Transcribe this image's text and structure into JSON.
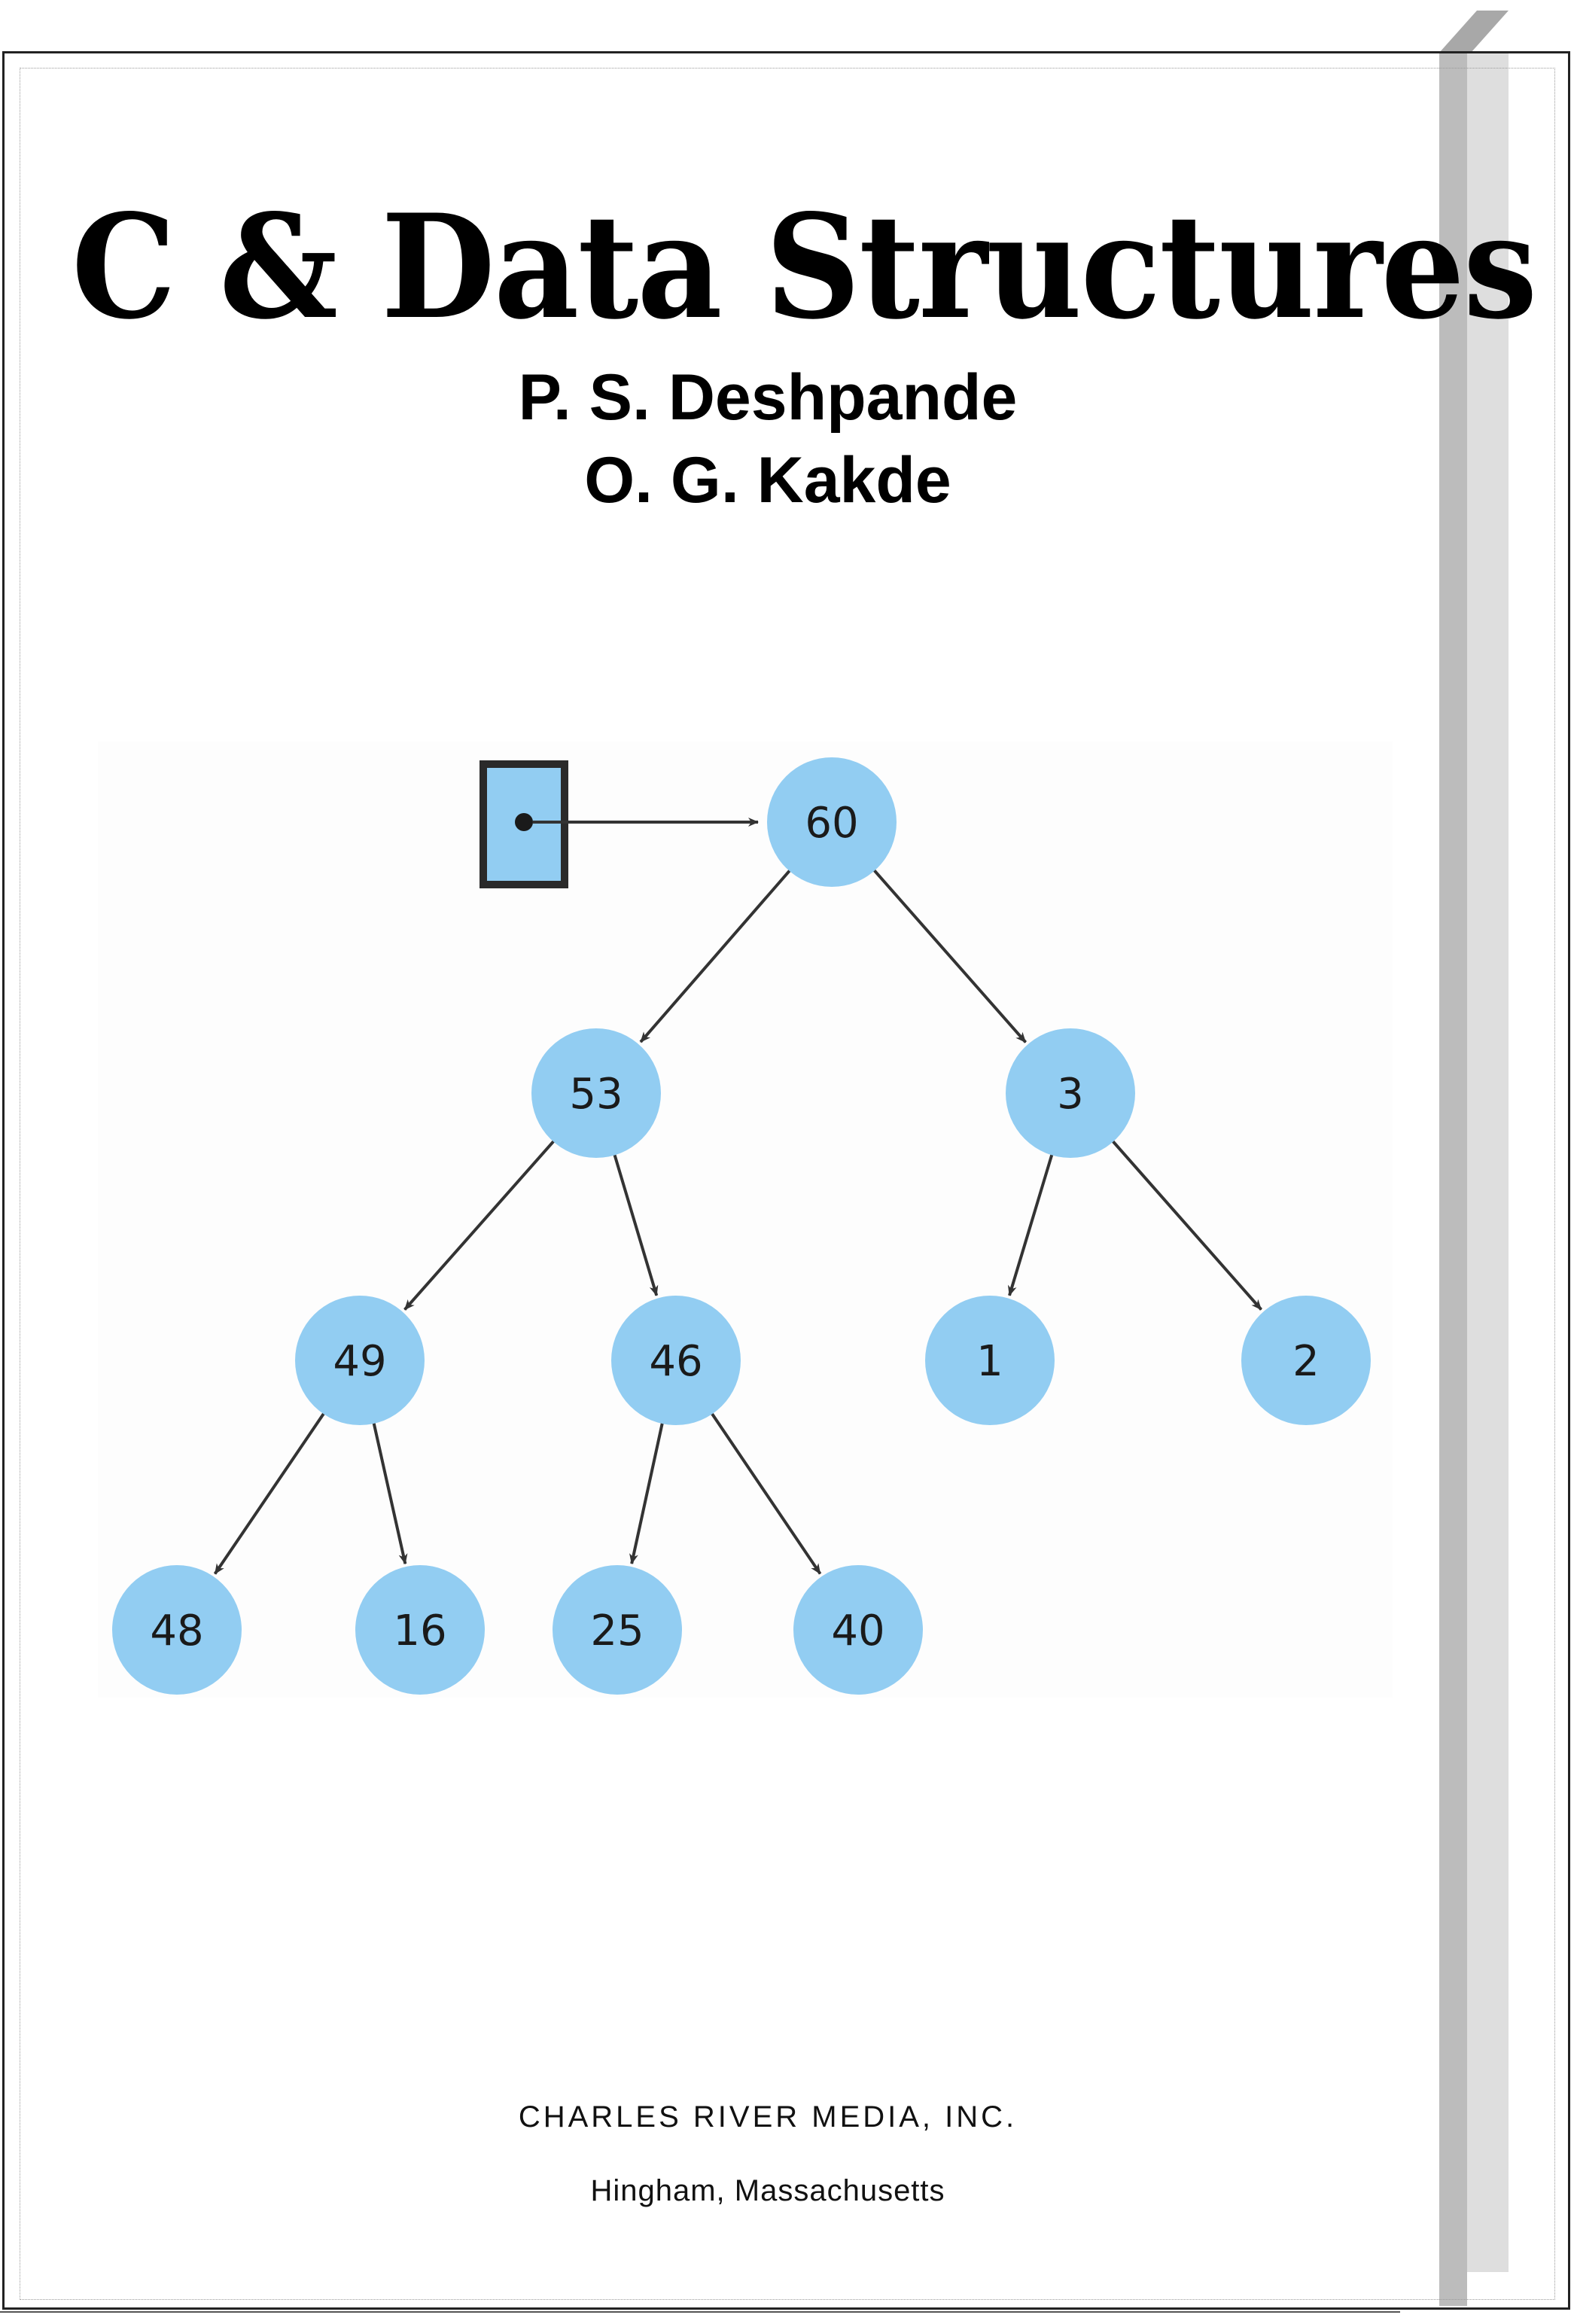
{
  "cover": {
    "title": "C & Data Structures",
    "authors": [
      "P. S. Deshpande",
      "O. G. Kakde"
    ],
    "publisher": "CHARLES RIVER MEDIA, INC.",
    "place": "Hingham, Massachusetts"
  },
  "tree": {
    "node_color": "#92cdf2",
    "edge_color": "#333333",
    "root_pointer": "box-pointer-to-root",
    "nodes": [
      {
        "id": "n60",
        "label": "60"
      },
      {
        "id": "n53",
        "label": "53"
      },
      {
        "id": "n3",
        "label": "3"
      },
      {
        "id": "n49",
        "label": "49"
      },
      {
        "id": "n46",
        "label": "46"
      },
      {
        "id": "n1",
        "label": "1"
      },
      {
        "id": "n2",
        "label": "2"
      },
      {
        "id": "n48",
        "label": "48"
      },
      {
        "id": "n16",
        "label": "16"
      },
      {
        "id": "n25",
        "label": "25"
      },
      {
        "id": "n40",
        "label": "40"
      }
    ],
    "edges": [
      {
        "from": "n60",
        "to": "n53"
      },
      {
        "from": "n60",
        "to": "n3"
      },
      {
        "from": "n53",
        "to": "n49"
      },
      {
        "from": "n53",
        "to": "n46"
      },
      {
        "from": "n3",
        "to": "n1"
      },
      {
        "from": "n3",
        "to": "n2"
      },
      {
        "from": "n49",
        "to": "n48"
      },
      {
        "from": "n49",
        "to": "n16"
      },
      {
        "from": "n46",
        "to": "n25"
      },
      {
        "from": "n46",
        "to": "n40"
      }
    ]
  }
}
